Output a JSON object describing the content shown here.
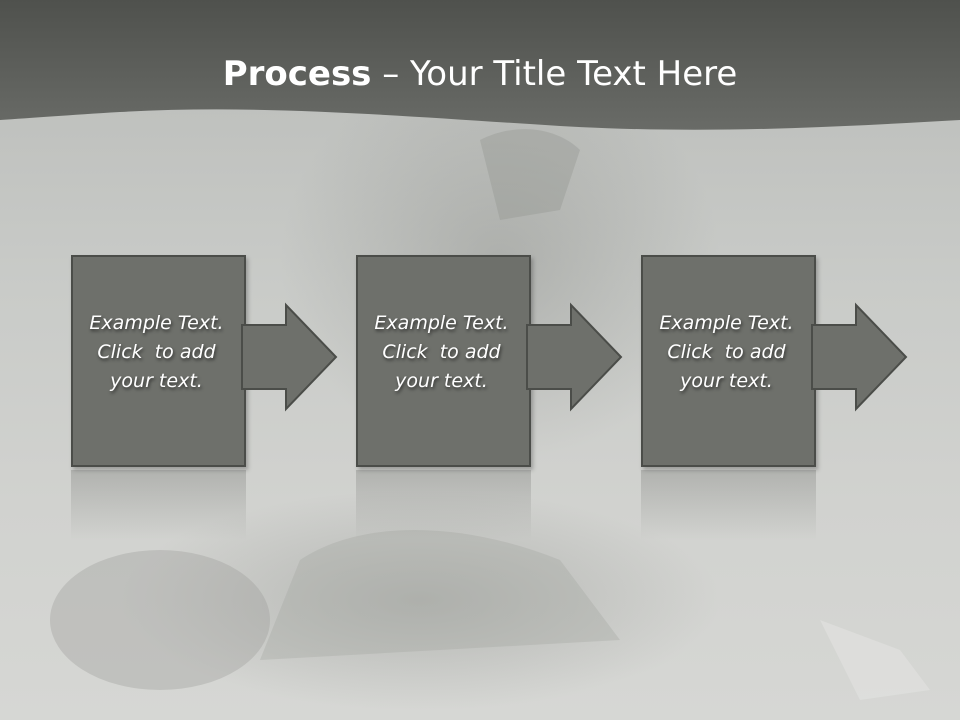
{
  "slide": {
    "title_bold": "Process",
    "title_rest": " – Your Title Text Here"
  },
  "steps": [
    {
      "lines": [
        "Example Text.",
        "Click  to add",
        "your text."
      ]
    },
    {
      "lines": [
        "Example Text.",
        "Click  to add",
        "your text."
      ]
    },
    {
      "lines": [
        "Example Text.",
        "Click  to add",
        "your text."
      ]
    }
  ],
  "colors": {
    "header": "#5d5f5a",
    "box_fill": "#6e706b",
    "box_border": "#4b4d49",
    "text": "#ffffff"
  }
}
